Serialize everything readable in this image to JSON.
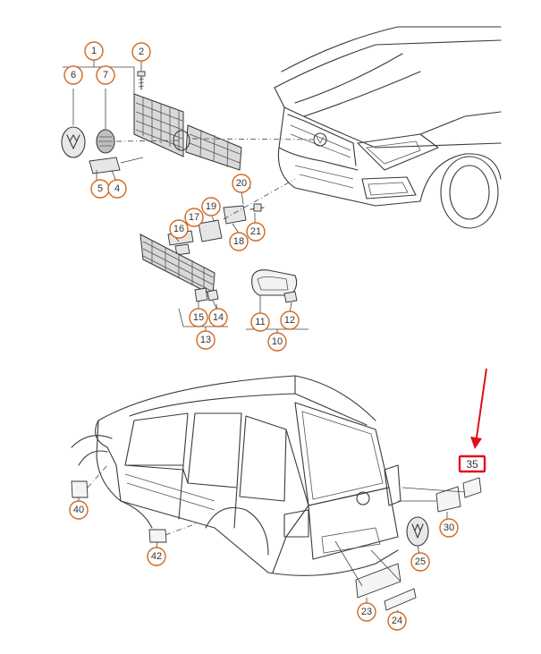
{
  "labels": {
    "p1": "1",
    "p2": "2",
    "p4": "4",
    "p5": "5",
    "p6": "6",
    "p7": "7",
    "p10": "10",
    "p11": "11",
    "p12": "12",
    "p13": "13",
    "p14": "14",
    "p15": "15",
    "p16": "16",
    "p17": "17",
    "p18": "18",
    "p19": "19",
    "p20": "20",
    "p21": "21",
    "p23": "23",
    "p24": "24",
    "p25": "25",
    "p30": "30",
    "p35": "35",
    "p40": "40",
    "p42": "42"
  },
  "colors": {
    "callout_ring": "#d2691e",
    "highlight_box": "#e0101a",
    "arrow": "#e0101a",
    "line_art": "#3a3a3a"
  },
  "highlighted_part": "35"
}
